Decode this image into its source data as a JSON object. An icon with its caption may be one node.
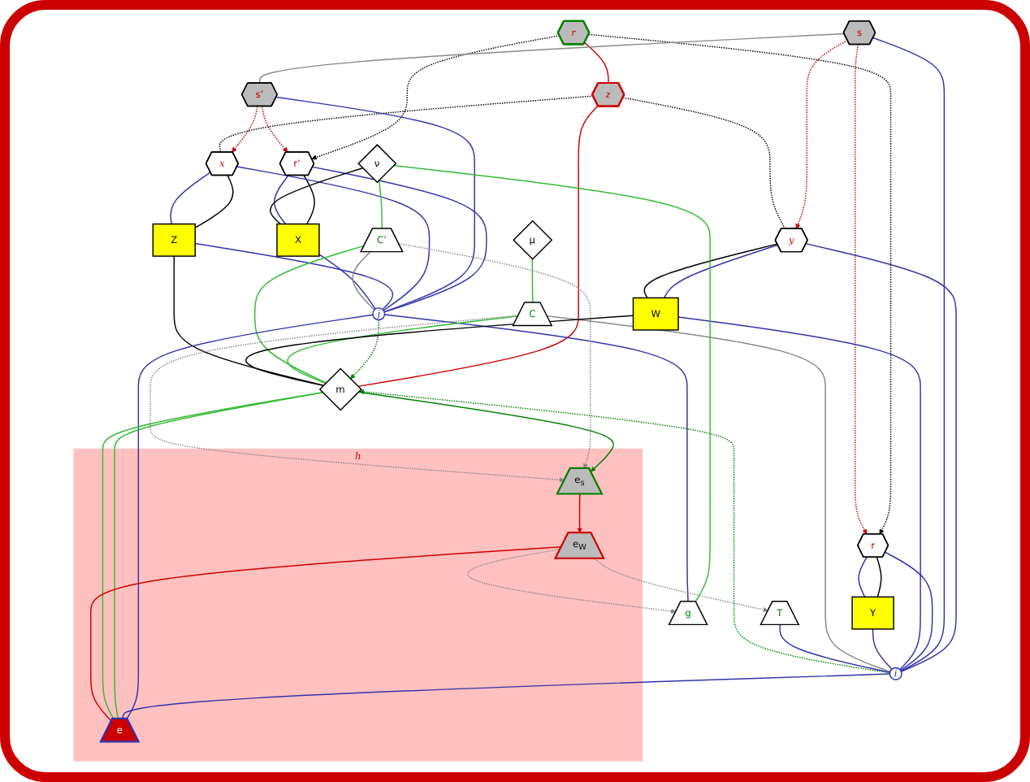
{
  "diagram": {
    "nodes": [
      {
        "text": [
          "r"
        ]
      },
      {
        "text": [
          "r’"
        ]
      },
      {
        "text": [
          "s’"
        ]
      },
      {
        "text": [
          "x"
        ]
      },
      {
        "text": [
          "z"
        ]
      },
      {
        "text": [
          "y"
        ]
      },
      {
        "text": [
          "s"
        ]
      },
      {
        "text": [
          "r"
        ]
      },
      {
        "text": [
          "X"
        ]
      },
      {
        "text": [
          "j"
        ]
      },
      {
        "text": [
          "Z"
        ]
      },
      {
        "text": [
          "W"
        ]
      },
      {
        "text": [
          "i"
        ]
      },
      {
        "text": [
          "Y"
        ]
      },
      {
        "text": [
          "m"
        ]
      },
      {
        "text": [
          "ν"
        ]
      },
      {
        "text": [
          "μ"
        ]
      },
      {
        "text": [
          "h"
        ]
      },
      {
        "text": [
          "e$_{s}$"
        ],
        "in": 17
      },
      {
        "text": [
          "C’"
        ]
      },
      {
        "text": [
          "C"
        ]
      },
      {
        "text": [
          "g"
        ]
      },
      {
        "text": [
          "e$_{W}$"
        ],
        "in": 17
      },
      {
        "text": [
          "T"
        ]
      },
      {
        "text": [
          "e"
        ],
        "in": 17
      }
    ],
    "edges": [
      {
        "from": 0,
        "to": 1,
        "arrow": "to",
        "style": "dashed",
        "color": "#000000"
      },
      {
        "from": 0,
        "to": 7,
        "arrow": "to",
        "style": "dashed",
        "color": "#000000"
      },
      {
        "from": 0,
        "to": 4,
        "arrow": "none",
        "color": "#cc0000"
      },
      {
        "from": 2,
        "to": 1,
        "arrow": "to",
        "style": "dashed",
        "color": "#cc0000"
      },
      {
        "from": 2,
        "to": 3,
        "arrow": "to",
        "style": "dashed",
        "color": "#cc0000"
      },
      {
        "from": 6,
        "to": 5,
        "arrow": "to",
        "style": "dashed",
        "color": "#cc0000"
      },
      {
        "from": 6,
        "to": 7,
        "arrow": "to",
        "style": "dashed",
        "color": "#cc0000"
      },
      {
        "from": 4,
        "to": 3,
        "arrow": "none",
        "style": "dashed",
        "color": "#000000"
      },
      {
        "from": 4,
        "to": 5,
        "arrow": "none",
        "style": "dashed",
        "color": "#000000"
      },
      {
        "from": 2,
        "to": 6,
        "arrow": "none",
        "color": "#888888"
      },
      {
        "from": 4,
        "to": 14,
        "arrow": "none",
        "color": "#cc0000"
      },
      {
        "from": 9,
        "to": 14,
        "arrow": "to",
        "style": "dashed",
        "color": "#008000"
      },
      {
        "from": 12,
        "to": 14,
        "arrow": "to",
        "style": "dashed",
        "color": "#008000"
      },
      {
        "from": 8,
        "to": 1,
        "arrow": "none",
        "color": "#000000"
      },
      {
        "from": 8,
        "to": 1,
        "arrow": "none",
        "color": "#3333aa"
      },
      {
        "from": 1,
        "to": 9,
        "arrow": "none",
        "color": "#3333aa"
      },
      {
        "from": 2,
        "to": 9,
        "arrow": "none",
        "color": "#3333aa"
      },
      {
        "from": 3,
        "to": 9,
        "arrow": "none",
        "color": "#3333aa"
      },
      {
        "from": 3,
        "to": 10,
        "arrow": "none",
        "color": "#000000"
      },
      {
        "from": 3,
        "to": 10,
        "arrow": "none",
        "color": "#3333aa"
      },
      {
        "from": 10,
        "to": 9,
        "arrow": "none",
        "color": "#3333aa"
      },
      {
        "from": 5,
        "to": 11,
        "arrow": "none",
        "color": "#3333aa"
      },
      {
        "from": 5,
        "to": 11,
        "arrow": "none",
        "color": "#000000"
      },
      {
        "from": 5,
        "to": 12,
        "arrow": "none",
        "color": "#3333aa"
      },
      {
        "from": 6,
        "to": 12,
        "arrow": "none",
        "color": "#3333aa"
      },
      {
        "from": 7,
        "to": 12,
        "arrow": "none",
        "color": "#3333aa"
      },
      {
        "from": 7,
        "to": 13,
        "arrow": "none",
        "color": "#000000"
      },
      {
        "from": 7,
        "to": 13,
        "arrow": "none",
        "color": "#3333aa"
      },
      {
        "from": 11,
        "to": 12,
        "arrow": "none",
        "color": "#3333aa"
      },
      {
        "from": 8,
        "to": 9,
        "arrow": "none",
        "color": "#3333aa"
      },
      {
        "from": 13,
        "to": 12,
        "arrow": "none",
        "color": "#3333aa"
      },
      {
        "from": 8,
        "to": 15,
        "arrow": "none",
        "color": "#000000"
      },
      {
        "from": 15,
        "to": 21,
        "arrow": "none",
        "color": "#33bb33"
      },
      {
        "from": 21,
        "to": 9,
        "arrow": "none",
        "color": "#3333aa"
      },
      {
        "from": 15,
        "to": 19,
        "arrow": "none",
        "color": "#33bb33"
      },
      {
        "from": 19,
        "to": 14,
        "arrow": "none",
        "color": "#33bb33"
      },
      {
        "from": 19,
        "to": 9,
        "arrow": "none",
        "color": "#888888"
      },
      {
        "from": 16,
        "to": 20,
        "arrow": "none",
        "color": "#33bb33"
      },
      {
        "from": 20,
        "to": 14,
        "arrow": "none",
        "color": "#33bb33"
      },
      {
        "from": 20,
        "to": 12,
        "arrow": "none",
        "color": "#888888"
      },
      {
        "from": 23,
        "to": 12,
        "arrow": "none",
        "color": "#3333aa"
      },
      {
        "from": 10,
        "to": 14,
        "arrow": "none",
        "color": "#000000"
      },
      {
        "from": 11,
        "to": 14,
        "arrow": "none",
        "color": "#000000"
      },
      {
        "from": 9,
        "to": 24,
        "arrow": "none",
        "color": "#3333aa"
      },
      {
        "from": 12,
        "to": 24,
        "arrow": "none",
        "color": "#3333aa"
      },
      {
        "from": 14,
        "to": 24,
        "arrow": "none",
        "color": "#33bb33"
      },
      {
        "from": 14,
        "to": 24,
        "arrow": "none",
        "color": "#33bb33"
      },
      {
        "from": 14,
        "to": 18,
        "arrow": "to",
        "color": "#008000"
      },
      {
        "from": 18,
        "to": 22,
        "arrow": "to",
        "color": "#cc0000"
      },
      {
        "from": 22,
        "to": 24,
        "arrow": "none",
        "color": "#cc0000"
      },
      {
        "from": 19,
        "to": 18,
        "arrow": "to",
        "style": "dashed",
        "color": "#888888"
      },
      {
        "from": 20,
        "to": 18,
        "arrow": "to",
        "style": "dashed",
        "color": "#888888"
      },
      {
        "from": 22,
        "to": 21,
        "arrow": "to",
        "style": "dashed",
        "color": "#888888"
      },
      {
        "from": 22,
        "to": 23,
        "arrow": "to",
        "style": "dashed",
        "color": "#888888"
      }
    ]
  }
}
